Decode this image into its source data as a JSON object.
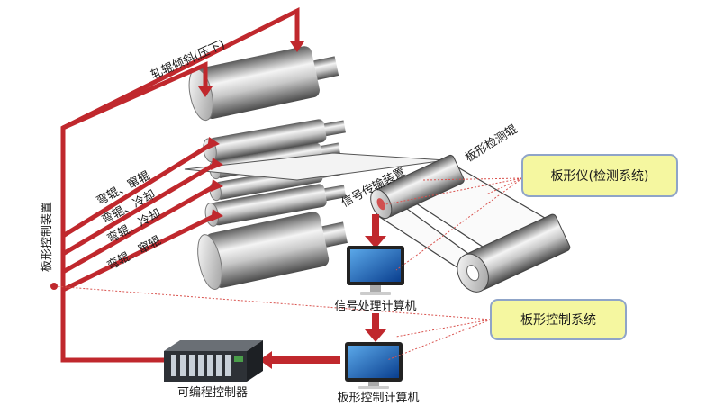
{
  "labels": {
    "roll_tilt": "轧辊倾斜(压下)",
    "control_device": "板形控制装置",
    "bend_1": "弯辊、窜辊",
    "bend_2": "弯辊、冷却",
    "bend_3": "弯辊、冷却",
    "bend_4": "弯辊、窜辊",
    "signal_transfer": "信号传输装置",
    "detect_roll": "板形检测辊",
    "signal_pc": "信号处理计算机",
    "control_pc": "板形控制计算机",
    "plc": "可编程控制器"
  },
  "callouts": {
    "detector": "板形仪(检测系统)",
    "control_system": "板形控制系统"
  },
  "colors": {
    "line_red": "#c0282d",
    "callout_fill": "#f5f7a0",
    "callout_stroke": "#8fa4c8",
    "dashed": "#d9534f"
  }
}
